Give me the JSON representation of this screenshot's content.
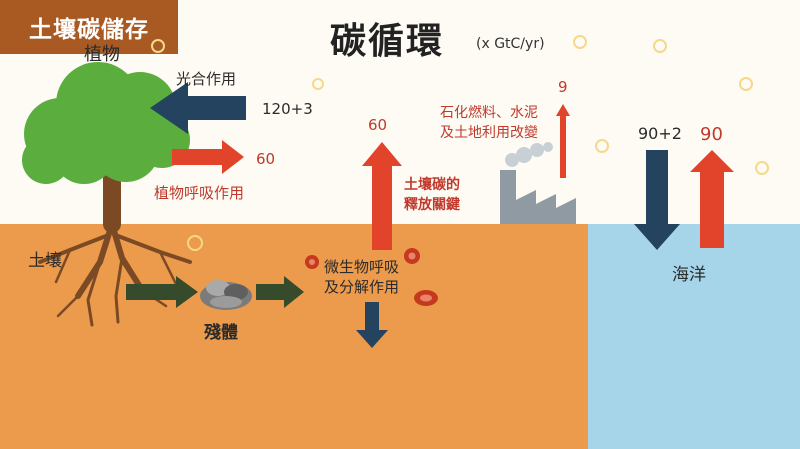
{
  "title": "碳循環",
  "unit": "(x GtC/yr)",
  "labels": {
    "plants": "植物",
    "photosynthesis": "光合作用",
    "photosynthesis_value": "120+3",
    "plant_respiration": "植物呼吸作用",
    "plant_respiration_value": "60",
    "soil": "土壤",
    "residue": "殘體",
    "microbial_line1": "微生物呼吸",
    "microbial_line2": "及分解作用",
    "soil_release_value": "60",
    "soil_release_line1": "土壤碳的",
    "soil_release_line2": "釋放關鍵",
    "fossil_line1": "石化燃料、水泥",
    "fossil_line2": "及土地利用改變",
    "fossil_value": "9",
    "ocean_down_value": "90+2",
    "ocean_up_value": "90",
    "ocean": "海洋",
    "soil_storage": "土壤碳儲存"
  },
  "colors": {
    "sky": "#fdfbf4",
    "soil": "#ec9a4b",
    "ocean": "#a6d5ea",
    "red_arrow": "#e2432b",
    "dark_arrow": "#23435f",
    "green_arrow": "#364a2c",
    "tree": "#5bae3e",
    "trunk": "#7b4a24",
    "storage": "#a85a22",
    "label_dark": "#2b2b2b",
    "label_red": "#c0392b"
  }
}
